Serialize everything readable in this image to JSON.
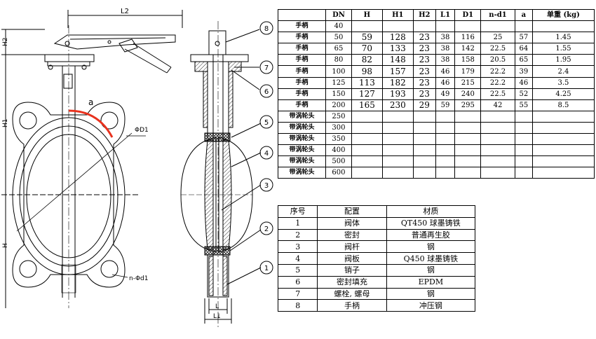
{
  "spec_table": {
    "headers": [
      "",
      "DN",
      "H",
      "H1",
      "H2",
      "L1",
      "D1",
      "n-d1",
      "a",
      "单重 (kg)"
    ],
    "rows": [
      [
        "手柄",
        "40",
        "",
        "",
        "",
        "",
        "",
        "",
        "",
        ""
      ],
      [
        "手柄",
        "50",
        "59",
        "128",
        "23",
        "38",
        "116",
        "25",
        "57",
        "1.45"
      ],
      [
        "手柄",
        "65",
        "70",
        "133",
        "23",
        "38",
        "142",
        "22.5",
        "64",
        "1.55"
      ],
      [
        "手柄",
        "80",
        "82",
        "148",
        "23",
        "38",
        "158",
        "20.5",
        "65",
        "1.95"
      ],
      [
        "手柄",
        "100",
        "98",
        "157",
        "23",
        "46",
        "179",
        "22.2",
        "39",
        "2.4"
      ],
      [
        "手柄",
        "125",
        "113",
        "182",
        "23",
        "46",
        "215",
        "22.2",
        "46",
        "3.5"
      ],
      [
        "手柄",
        "150",
        "127",
        "193",
        "23",
        "49",
        "240",
        "22.5",
        "52",
        "4.25"
      ],
      [
        "手柄",
        "200",
        "165",
        "230",
        "29",
        "59",
        "295",
        "42",
        "55",
        "8.5"
      ],
      [
        "带涡轮头",
        "250",
        "",
        "",
        "",
        "",
        "",
        "",
        "",
        ""
      ],
      [
        "带涡轮头",
        "300",
        "",
        "",
        "",
        "",
        "",
        "",
        "",
        ""
      ],
      [
        "带涡轮头",
        "350",
        "",
        "",
        "",
        "",
        "",
        "",
        "",
        ""
      ],
      [
        "带涡轮头",
        "400",
        "",
        "",
        "",
        "",
        "",
        "",
        "",
        ""
      ],
      [
        "带涡轮头",
        "500",
        "",
        "",
        "",
        "",
        "",
        "",
        "",
        ""
      ],
      [
        "带涡轮头",
        "600",
        "",
        "",
        "",
        "",
        "",
        "",
        "",
        ""
      ]
    ]
  },
  "parts_table": {
    "headers": [
      "序号",
      "配置",
      "材质"
    ],
    "rows": [
      [
        "1",
        "阀体",
        "QT450 球墨铸铁"
      ],
      [
        "2",
        "密封",
        "普通再生胶"
      ],
      [
        "3",
        "阀杆",
        "钢"
      ],
      [
        "4",
        "阀板",
        "Q450 球墨铸铁"
      ],
      [
        "5",
        "销子",
        "钢"
      ],
      [
        "6",
        "密封填充",
        "EPDM"
      ],
      [
        "7",
        "螺栓, 螺母",
        "钢"
      ],
      [
        "8",
        "手柄",
        "冲压钢"
      ]
    ]
  },
  "drawing_labels": {
    "l2": "L2",
    "h2": "H2",
    "h1": "H1",
    "h": "H",
    "a": "a",
    "d1": "ΦD1",
    "nd1": "n-Φd1",
    "l": "L",
    "l1": "L1",
    "balloons": [
      "8",
      "7",
      "6",
      "5",
      "4",
      "3",
      "2",
      "1"
    ]
  },
  "colors": {
    "line": "#000000",
    "accent_arc": "#e8321e",
    "hatch": "#333333"
  }
}
